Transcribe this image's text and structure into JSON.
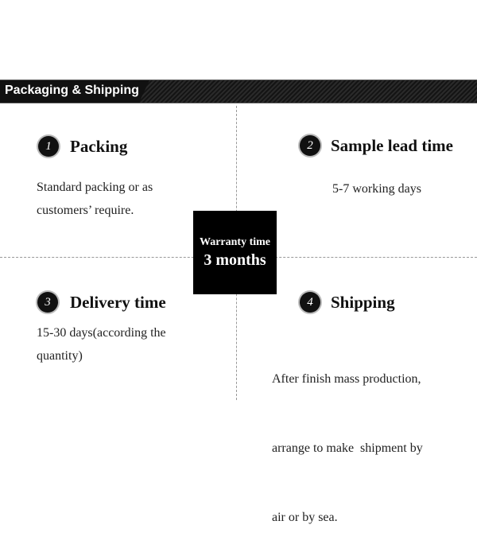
{
  "header": {
    "title": "Packaging & Shipping"
  },
  "sections": [
    {
      "number": "1",
      "title": "Packing",
      "lines": [
        "Standard packing or as",
        "customers’ require."
      ]
    },
    {
      "number": "2",
      "title": "Sample lead time",
      "lines": [
        "5-7 working days"
      ]
    },
    {
      "number": "3",
      "title": "Delivery time",
      "lines": [
        "15-30 days(according the",
        "quantity)"
      ]
    },
    {
      "number": "4",
      "title": "Shipping",
      "lines": [
        "After finish mass production,",
        "arrange to make  shipment by",
        "air or by sea."
      ]
    }
  ],
  "warranty": {
    "label": "Warranty time",
    "value": "3 months"
  },
  "colors": {
    "header_bg": "#1a1a1a",
    "warranty_bg": "#000000",
    "text": "#222222",
    "divider": "#999999"
  }
}
